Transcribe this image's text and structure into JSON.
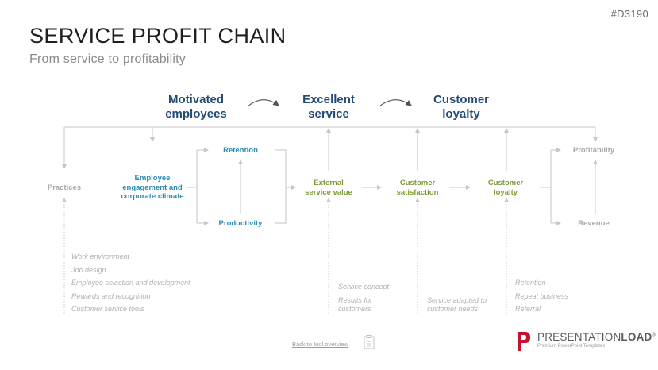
{
  "code": "#D3190",
  "title": "SERVICE PROFIT CHAIN",
  "subtitle": "From service to profitability",
  "headings": {
    "employees": "Motivated\nemployees",
    "service": "Excellent\nservice",
    "loyalty": "Customer\nloyalty"
  },
  "nodes": {
    "practices": "Practices",
    "engagement": "Employee\nengagement and\ncorporate climate",
    "retention": "Retention",
    "productivity": "Productivity",
    "external_value": "External\nservice value",
    "satisfaction": "Customer\nsatisfaction",
    "loyalty": "Customer\nloyalty",
    "profitability": "Profitability",
    "revenue": "Revenue"
  },
  "notes": {
    "practices": [
      "Work environment",
      "Job design",
      "Employee selection and development",
      "Rewards and recognition",
      "Customer service tools"
    ],
    "service": [
      "Service concept",
      "Results for\ncustomers"
    ],
    "satisfaction": [
      "Service adapted to\ncustomer needs"
    ],
    "loyalty": [
      "Retention",
      "Repeat business",
      "Referral"
    ]
  },
  "footer": {
    "back_link": "Back to tool overview",
    "logo_main": "PRESENTATION",
    "logo_bold": "LOAD",
    "logo_reg": "®",
    "logo_sub": "Premium PowerPoint Templates"
  },
  "colors": {
    "heading": "#234b73",
    "teal": "#2a8eb2",
    "olive": "#7f9a3a",
    "muted": "#a8a8a8",
    "logo_red": "#c8102e"
  }
}
